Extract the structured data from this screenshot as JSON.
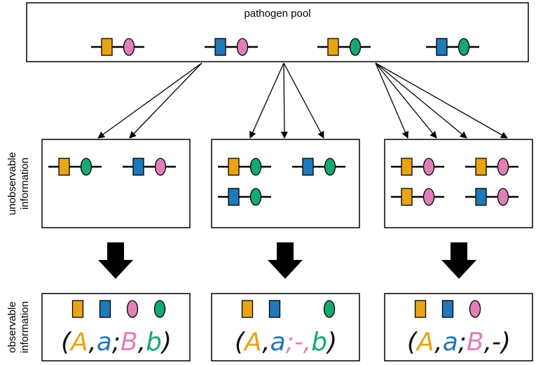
{
  "colors": {
    "A": "#E8A317",
    "a": "#1F78B8",
    "B": "#E07FB8",
    "b": "#16A86E",
    "dark": "#111111"
  },
  "pool": {
    "title": "pathogen pool",
    "strains": [
      [
        "A",
        "B"
      ],
      [
        "a",
        "B"
      ],
      [
        "A",
        "b"
      ],
      [
        "a",
        "b"
      ]
    ]
  },
  "side_labels": {
    "unobservable": [
      "unobservable",
      "information"
    ],
    "observable": [
      "observable",
      "information"
    ]
  },
  "hosts": [
    {
      "strains": [
        [
          "A",
          "b"
        ],
        [
          "a",
          "B"
        ]
      ],
      "observed": [
        "A",
        "a",
        "B",
        "b"
      ],
      "genotype": [
        {
          "t": "(",
          "c": "dark"
        },
        {
          "t": "A",
          "c": "A"
        },
        {
          "t": ",",
          "c": "dark"
        },
        {
          "t": "a",
          "c": "a"
        },
        {
          "t": ";",
          "c": "dark"
        },
        {
          "t": "B",
          "c": "B"
        },
        {
          "t": ",",
          "c": "dark"
        },
        {
          "t": "b",
          "c": "b"
        },
        {
          "t": ")",
          "c": "dark"
        }
      ]
    },
    {
      "strains": [
        [
          "A",
          "b"
        ],
        [
          "a",
          "b"
        ],
        [
          "a",
          "b"
        ]
      ],
      "observed": [
        "A",
        "a",
        "b"
      ],
      "genotype": [
        {
          "t": "(",
          "c": "dark"
        },
        {
          "t": "A",
          "c": "A"
        },
        {
          "t": ",",
          "c": "dark"
        },
        {
          "t": "a",
          "c": "a"
        },
        {
          "t": ";-,",
          "c": "B"
        },
        {
          "t": "b",
          "c": "b"
        },
        {
          "t": ")",
          "c": "dark"
        }
      ]
    },
    {
      "strains": [
        [
          "A",
          "B"
        ],
        [
          "A",
          "B"
        ],
        [
          "A",
          "B"
        ],
        [
          "a",
          "B"
        ]
      ],
      "observed": [
        "A",
        "a",
        "B"
      ],
      "genotype": [
        {
          "t": "(",
          "c": "dark"
        },
        {
          "t": "A",
          "c": "A"
        },
        {
          "t": ",",
          "c": "dark"
        },
        {
          "t": "a",
          "c": "a"
        },
        {
          "t": ";",
          "c": "dark"
        },
        {
          "t": "B",
          "c": "B"
        },
        {
          "t": ",-)",
          "c": "dark"
        }
      ]
    }
  ]
}
